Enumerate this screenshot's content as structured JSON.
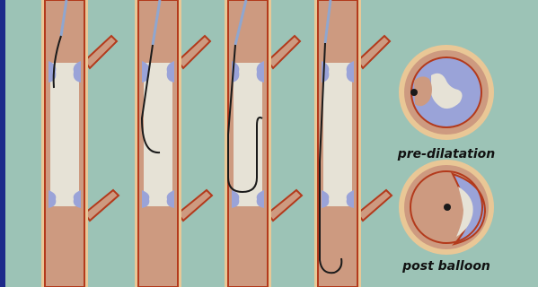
{
  "diagram": {
    "panels": [
      {
        "id": "stage-1"
      },
      {
        "id": "stage-2"
      },
      {
        "id": "stage-3"
      },
      {
        "id": "stage-4"
      }
    ],
    "cross_sections": [
      {
        "id": "pre",
        "caption": "pre-dilatation"
      },
      {
        "id": "post",
        "caption": "post balloon"
      }
    ]
  },
  "colors": {
    "frame": "#1d2a8a",
    "background": "#9cc3b6",
    "vessel": "#cd9a80",
    "vessel_wall": "#b33a1c",
    "vessel_outer": "#e9c796",
    "lumen": "#e6e2d6",
    "plaque": "#9aa3d8",
    "wire": "#1a1a1a",
    "catheter": "#8fa6cf"
  }
}
